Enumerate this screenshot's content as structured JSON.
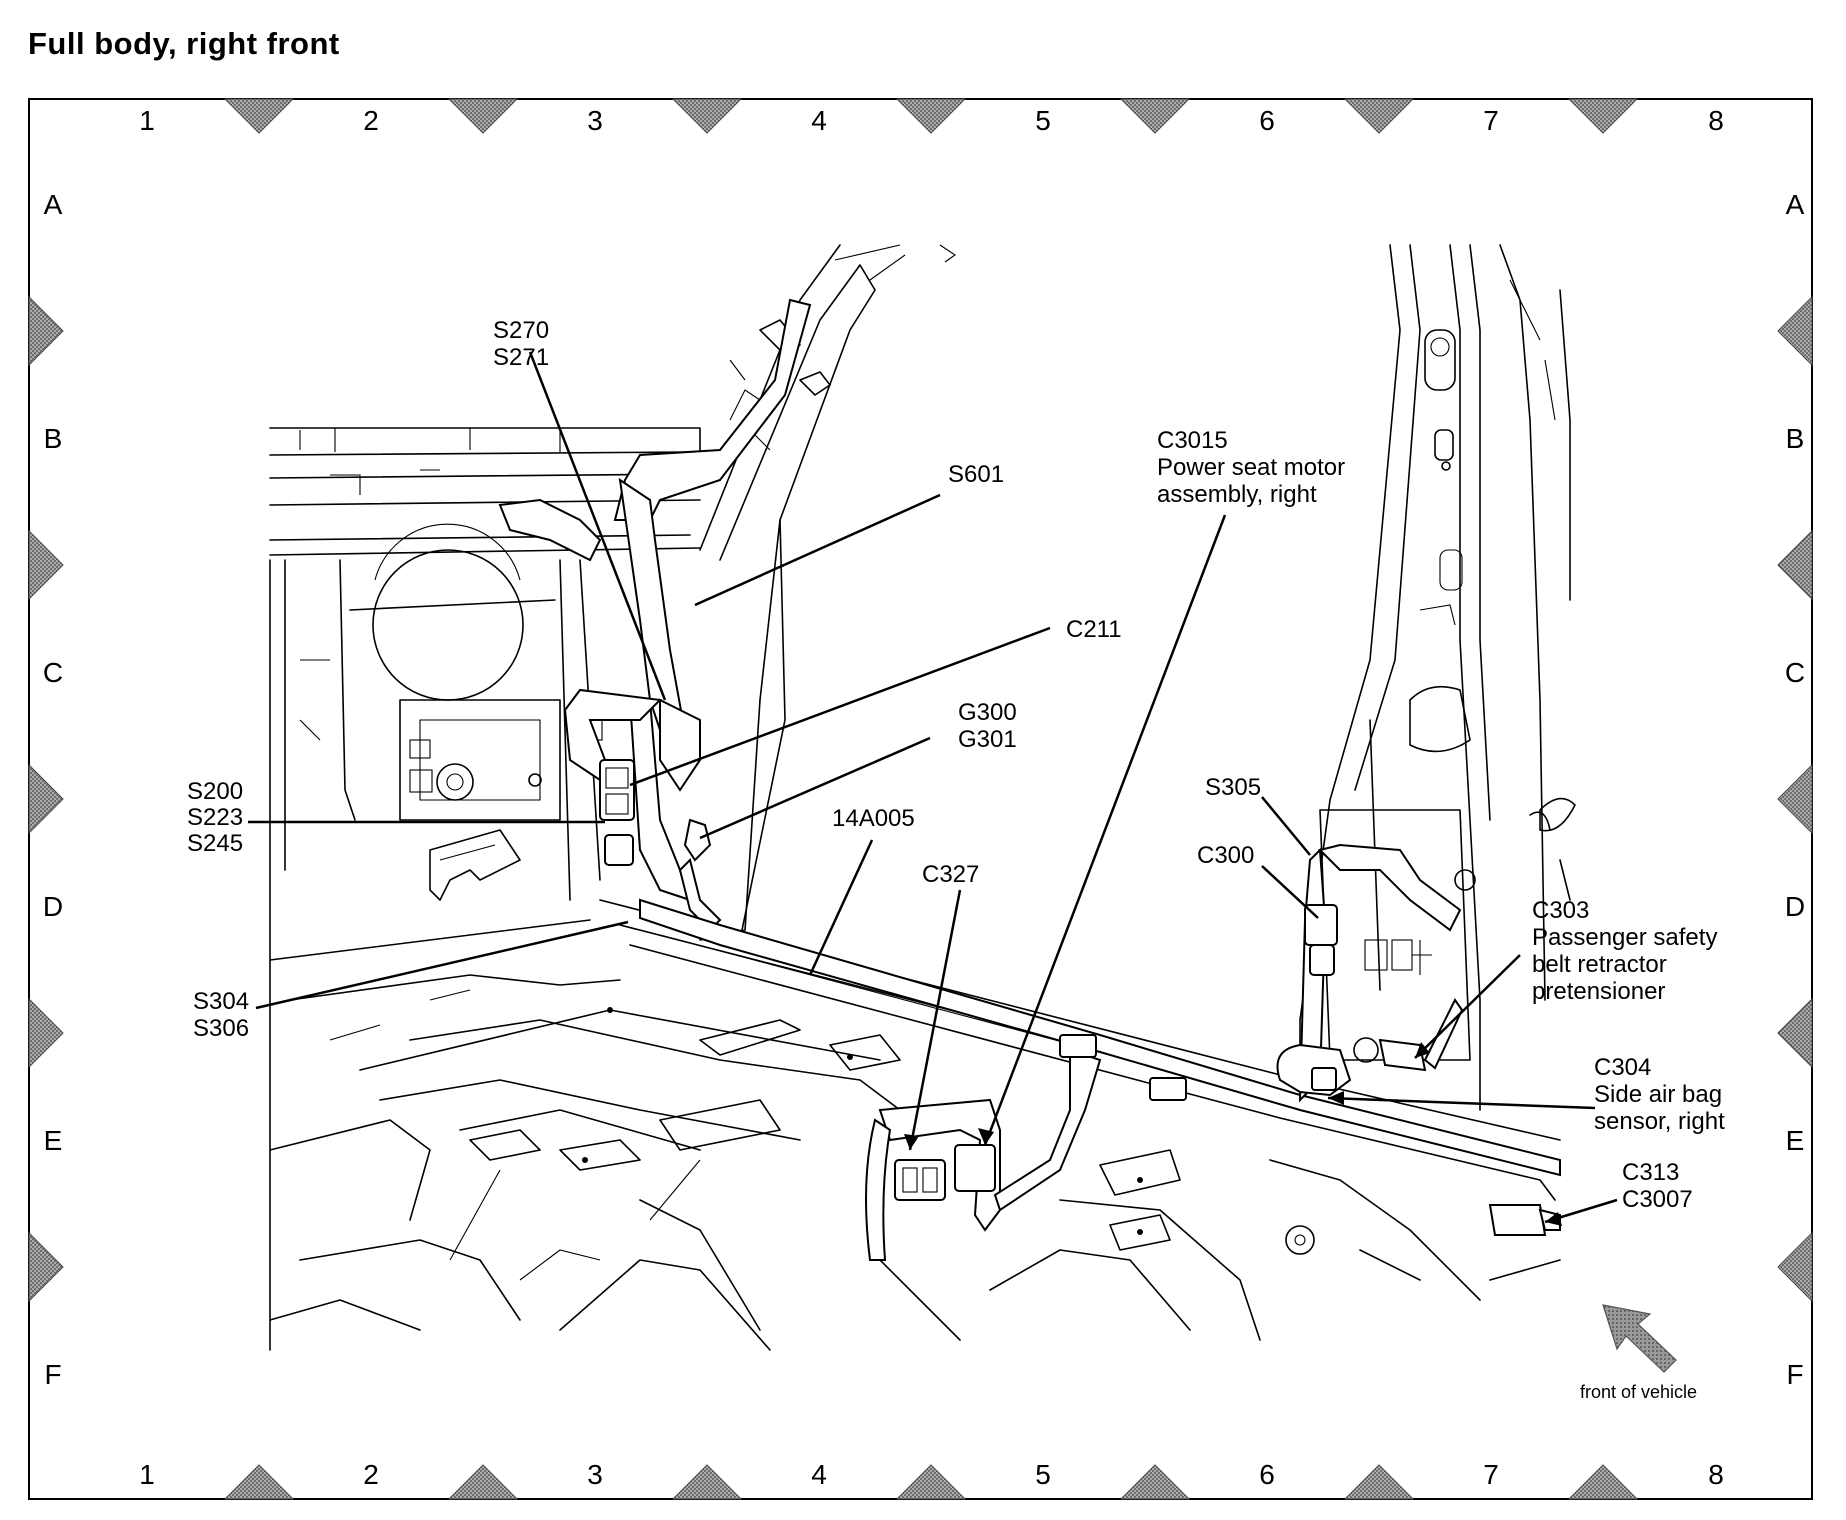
{
  "title": "Full body, right front",
  "grid": {
    "columns": [
      "1",
      "2",
      "3",
      "4",
      "5",
      "6",
      "7",
      "8"
    ],
    "rows": [
      "A",
      "B",
      "C",
      "D",
      "E",
      "F"
    ]
  },
  "labels": {
    "s270": [
      "S270",
      "S271"
    ],
    "s601": [
      "S601"
    ],
    "c211": [
      "C211"
    ],
    "g300": [
      "G300",
      "G301"
    ],
    "s200": [
      "S200",
      "S223",
      "S245"
    ],
    "a14005": [
      "14A005"
    ],
    "c327": [
      "C327"
    ],
    "s304": [
      "S304",
      "S306"
    ],
    "c3015": [
      "C3015",
      "Power seat motor",
      "assembly, right"
    ],
    "s305": [
      "S305"
    ],
    "c300": [
      "C300"
    ],
    "c303": [
      "C303",
      "Passenger safety",
      "belt retractor",
      "pretensioner"
    ],
    "c304": [
      "C304",
      "Side air bag",
      "sensor, right"
    ],
    "c313": [
      "C313",
      "C3007"
    ]
  },
  "direction_note": "front of vehicle",
  "icons": {
    "direction": "front-arrow-icon",
    "marker": "triangle-marker-icon"
  },
  "colors": {
    "ink": "#000000",
    "marker_fill": "#8c8c8c"
  }
}
